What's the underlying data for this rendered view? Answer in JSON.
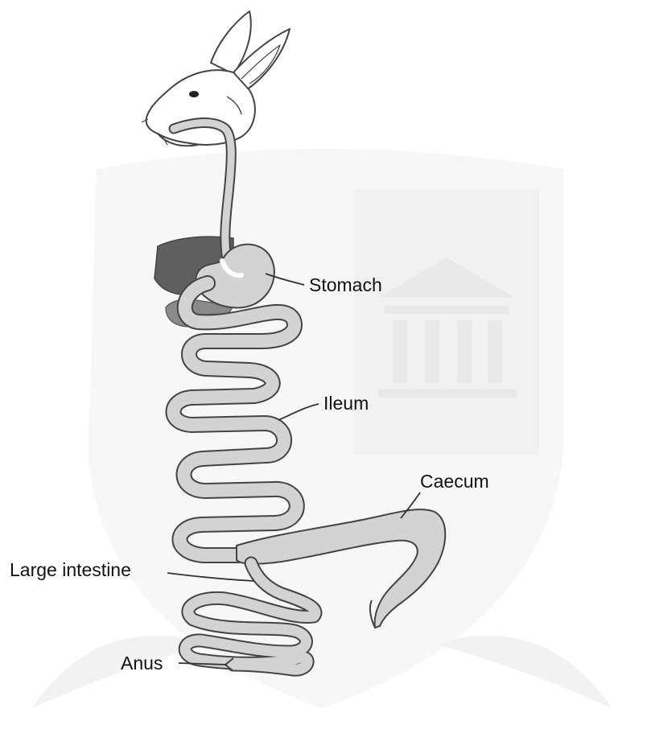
{
  "labels": {
    "stomach": "Stomach",
    "ileum": "Ileum",
    "caecum": "Caecum",
    "large_intestine": "Large intestine",
    "anus": "Anus"
  },
  "colors": {
    "tube_fill": "#d3d3d3",
    "tube_outline": "#444444",
    "liver": "#5f5f5f",
    "pancreas": "#8a8a8a",
    "watermark": "#f4f4f4"
  }
}
